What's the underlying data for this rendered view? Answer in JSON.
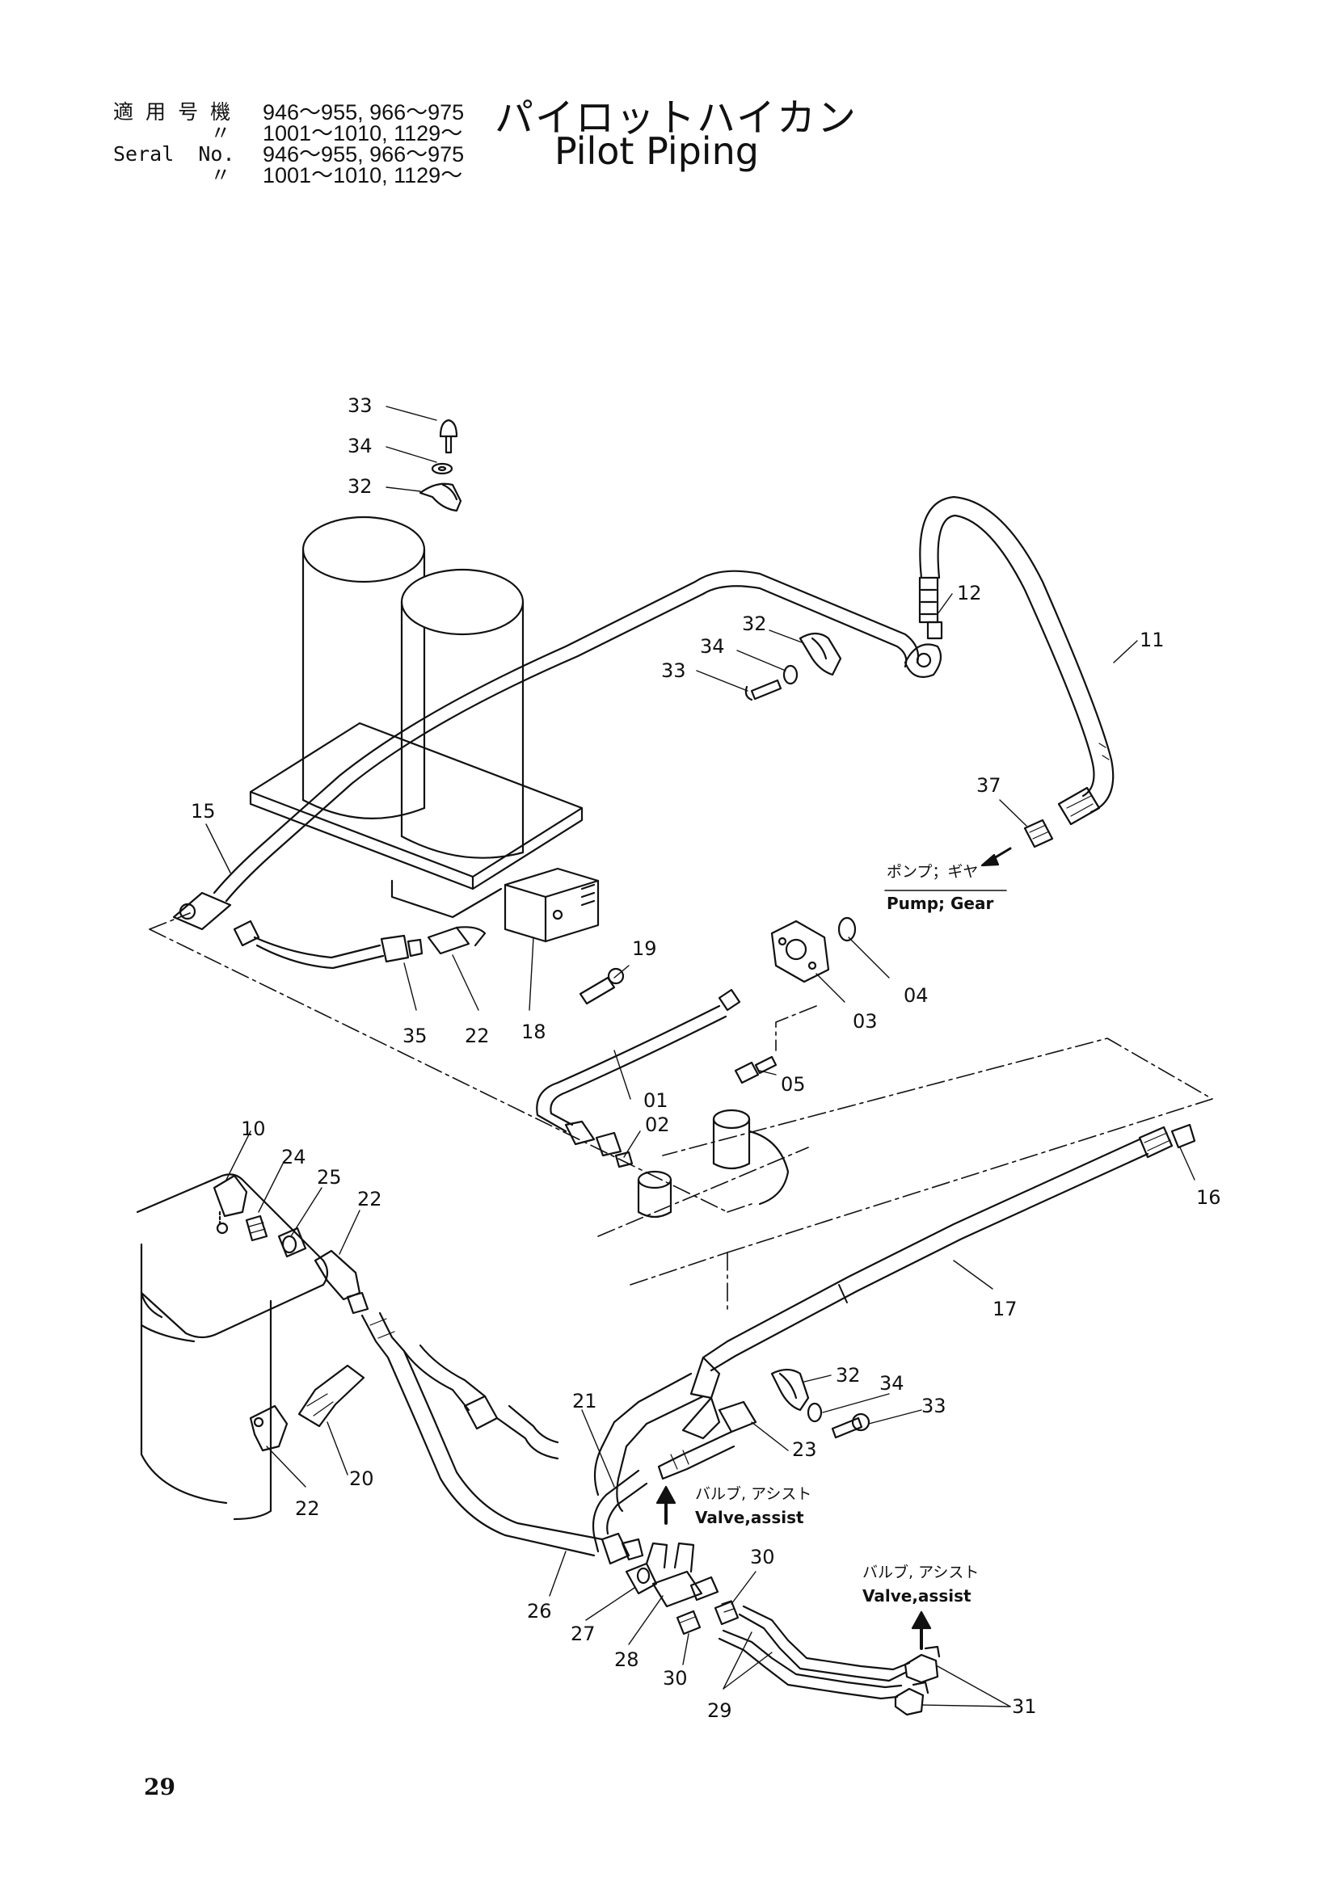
{
  "header": {
    "rows": [
      {
        "label": "適 用 号 機",
        "value": "946～955, 966～975"
      },
      {
        "label": "        〃",
        "value": "1001～1010, 1129～"
      },
      {
        "label": "Seral  No.",
        "value": "946～955, 966～975"
      },
      {
        "label": "        〃",
        "value": "1001～1010, 1129～"
      }
    ]
  },
  "title": {
    "jp": "パイロットハイカン",
    "en": "Pilot Piping"
  },
  "callouts": {
    "c33a": "33",
    "c34a": "34",
    "c32a": "32",
    "c32b": "32",
    "c34b": "34",
    "c33b": "33",
    "c12": "12",
    "c11": "11",
    "c37": "37",
    "c15": "15",
    "c35": "35",
    "c22a": "22",
    "c18": "18",
    "c19": "19",
    "c04": "04",
    "c03": "03",
    "c05": "05",
    "c01": "01",
    "c02": "02",
    "c16": "16",
    "c17": "17",
    "c10": "10",
    "c24": "24",
    "c25": "25",
    "c22b": "22",
    "c20": "20",
    "c22c": "22",
    "c21": "21",
    "c32c": "32",
    "c34c": "34",
    "c33c": "33",
    "c23": "23",
    "c26": "26",
    "c27": "27",
    "c28": "28",
    "c30a": "30",
    "c30b": "30",
    "c29": "29",
    "c31": "31"
  },
  "notes": {
    "pump_jp": "ポンプ；ギヤ",
    "pump_en": "Pump; Gear",
    "valve1_jp": "バルブ, アシスト",
    "valve1_en": "Valve,assist",
    "valve2_jp": "バルブ, アシスト",
    "valve2_en": "Valve,assist"
  },
  "page_number": "29"
}
